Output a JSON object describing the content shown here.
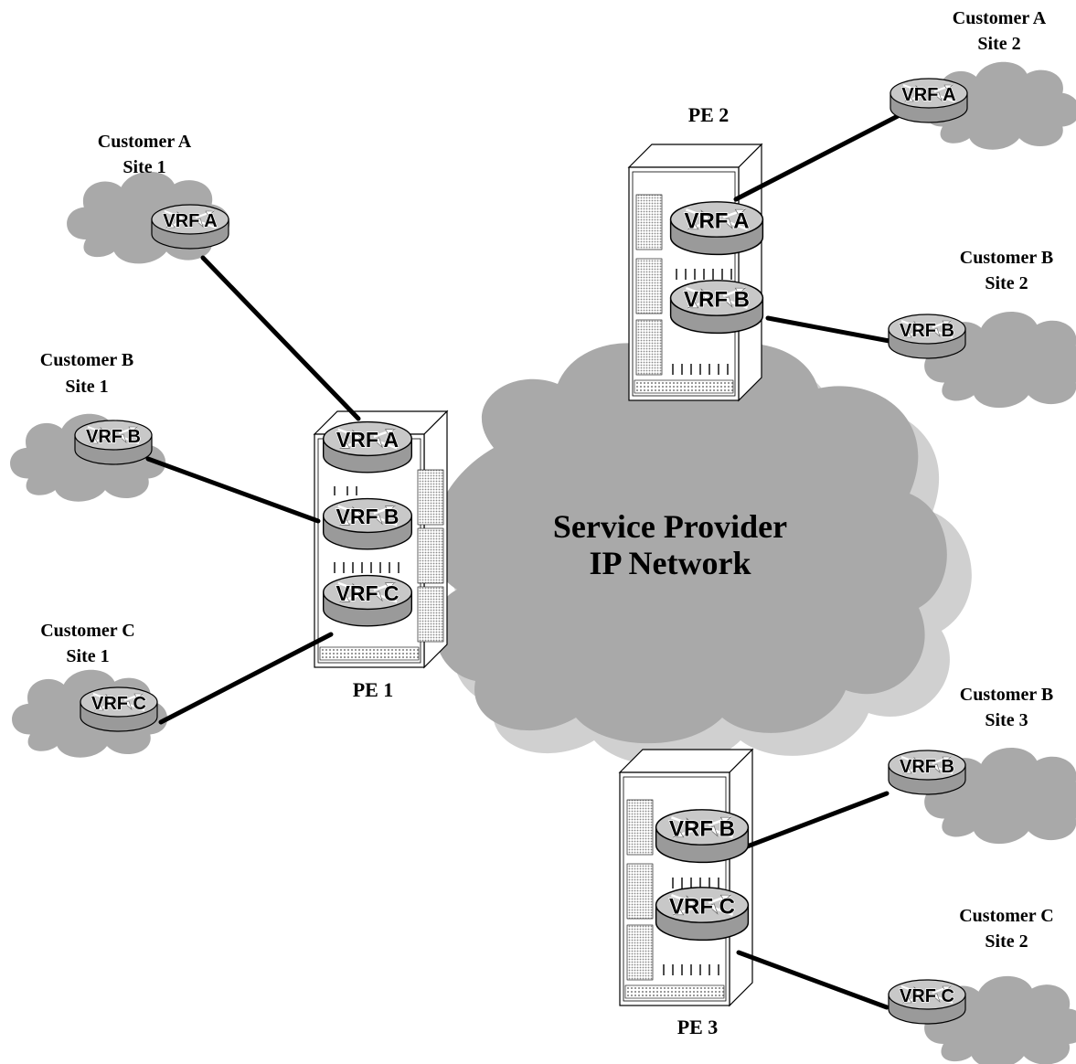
{
  "network": {
    "line1": "Service Provider",
    "line2": "IP Network"
  },
  "pe_routers": [
    {
      "name": "PE 1",
      "vrfs": [
        "VRF A",
        "VRF B",
        "VRF C"
      ]
    },
    {
      "name": "PE 2",
      "vrfs": [
        "VRF A",
        "VRF B"
      ]
    },
    {
      "name": "PE 3",
      "vrfs": [
        "VRF B",
        "VRF C"
      ]
    }
  ],
  "customer_sites": [
    {
      "customer": "Customer A",
      "site": "Site 1",
      "vrf": "VRF A"
    },
    {
      "customer": "Customer B",
      "site": "Site 1",
      "vrf": "VRF B"
    },
    {
      "customer": "Customer C",
      "site": "Site 1",
      "vrf": "VRF C"
    },
    {
      "customer": "Customer A",
      "site": "Site 2",
      "vrf": "VRF A"
    },
    {
      "customer": "Customer B",
      "site": "Site 2",
      "vrf": "VRF B"
    },
    {
      "customer": "Customer B",
      "site": "Site 3",
      "vrf": "VRF B"
    },
    {
      "customer": "Customer C",
      "site": "Site 2",
      "vrf": "VRF C"
    }
  ],
  "colors": {
    "cloud": "#a9a9a9",
    "cloud_shadow": "#d0d0d0",
    "router_top": "#c8c8c8",
    "router_side": "#9a9a9a",
    "link": "#000000"
  }
}
